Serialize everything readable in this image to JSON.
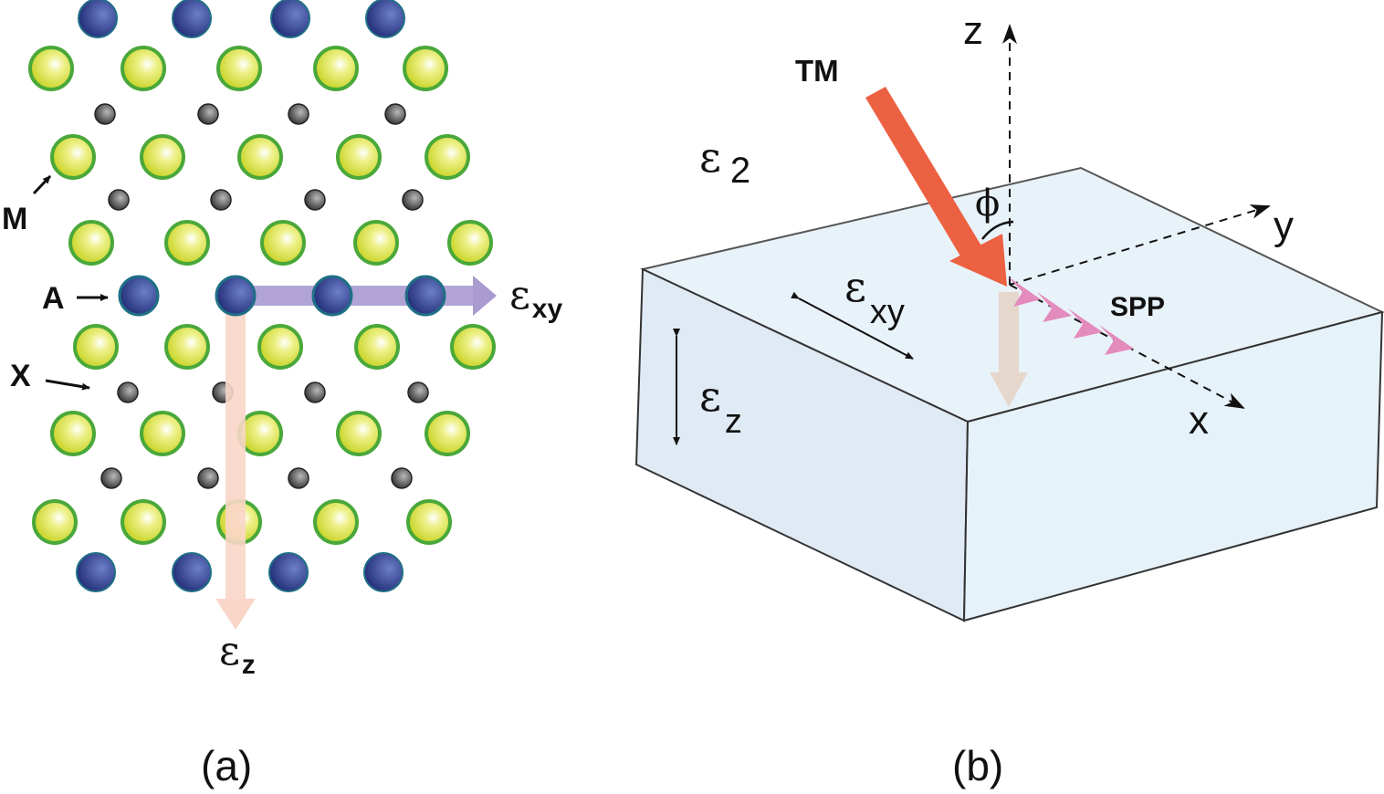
{
  "panel_a": {
    "label_M": "M",
    "label_A": "A",
    "label_X": "X",
    "eps_symbol": "ε",
    "eps_xy_sub": "xy",
    "eps_z_sub": "z",
    "caption": "(a)",
    "colors": {
      "metal_fill": "#d8e33a",
      "metal_stroke": "#4aa83a",
      "a_site": "#2e3f8f",
      "x_site": "#5a5a5a",
      "arrow_xy": "#a99ad0",
      "arrow_z": "#f9d6c8"
    }
  },
  "panel_b": {
    "axis_z": "z",
    "axis_y": "y",
    "axis_x": "x",
    "tm_label": "TM",
    "spp_label": "SPP",
    "phi_symbol": "ϕ",
    "eps_symbol": "ε",
    "eps_2_sub": "2",
    "eps_xy_sub": "xy",
    "eps_z_sub": "z",
    "caption": "(b)",
    "colors": {
      "slab": "#e8f2f9",
      "tm_arrow": "#ec6141",
      "spp_arrow": "#e48bbd",
      "transmitted": "#e6d7cc"
    }
  }
}
